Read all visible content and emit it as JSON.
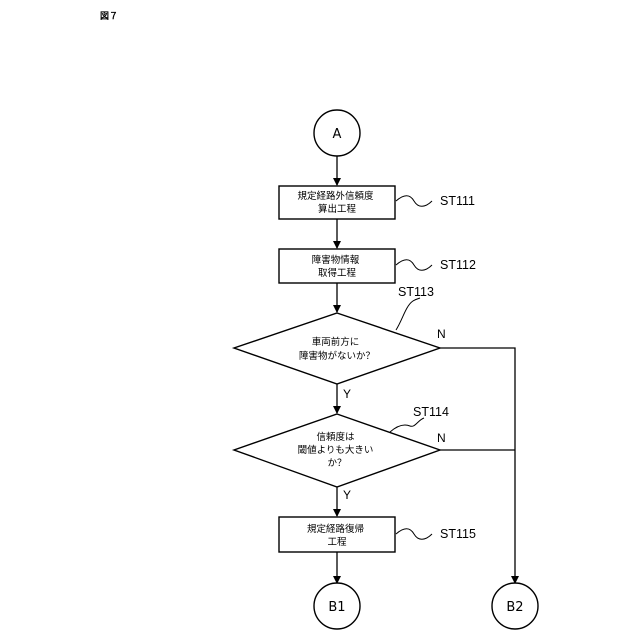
{
  "figure_label": "図７",
  "connectors": {
    "start": "A",
    "end_b1": "B1",
    "end_b2": "B2"
  },
  "steps": {
    "st111": {
      "id": "ST111",
      "lines": [
        "規定経路外信頼度",
        "算出工程"
      ]
    },
    "st112": {
      "id": "ST112",
      "lines": [
        "障害物情報",
        "取得工程"
      ]
    },
    "st113": {
      "id": "ST113",
      "lines": [
        "車両前方に",
        "障害物がないか？"
      ]
    },
    "st114": {
      "id": "ST114",
      "lines": [
        "信頼度は",
        "閾値よりも大きい",
        "か？"
      ]
    },
    "st115": {
      "id": "ST115",
      "lines": [
        "規定経路復帰",
        "工程"
      ]
    }
  },
  "branches": {
    "yes": "Y",
    "no": "N"
  }
}
